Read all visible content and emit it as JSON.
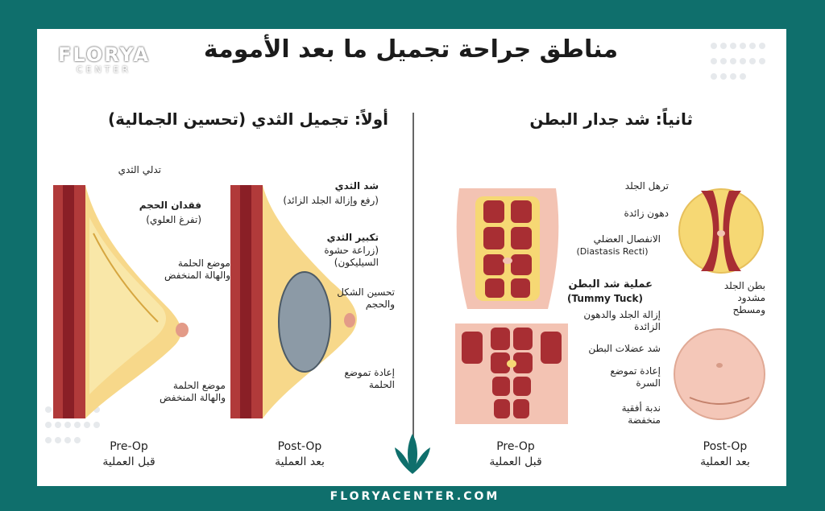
{
  "title": "مناطق جراحة تجميل ما بعد الأمومة",
  "logo": {
    "brand": "FLORYA",
    "sub": "CENTER"
  },
  "footer": "FLORYACENTER.COM",
  "breast": {
    "heading": "أولاً: تجميل الثدي (تحسين الجمالية)",
    "labels": {
      "sagging": "تدلي الثدي",
      "volume_loss_title": "فقدان الحجم",
      "volume_loss_sub": "(تفرغ العلوي)",
      "nipple_low_a": "موضع الحلمة والهالة المنخفض",
      "nipple_low_b": "موضع الحلمة والهالة المنخفض",
      "lift_title": "شد الثدي",
      "lift_sub": "(رفع وإزالة الجلد الزائد)",
      "augment_title": "تكبير الثدي",
      "augment_sub": "(زراعة حشوة السيليكون)",
      "shape": "تحسين الشكل والحجم",
      "reposition": "إعادة تموضع الحلمة"
    },
    "pre_en": "Pre-Op",
    "pre_ar": "قبل العملية",
    "post_en": "Post-Op",
    "post_ar": "بعد العملية"
  },
  "abdomen": {
    "heading": "ثانياً: شد جدار البطن",
    "labels": {
      "skin_laxity": "ترهل الجلد",
      "excess_fat": "دهون زائدة",
      "diastasis_ar": "الانفصال العضلي",
      "diastasis_en": "(Diastasis Recti)",
      "tuck_ar": "عملية شد البطن",
      "tuck_en": "(Tummy Tuck)",
      "remove_skin": "إزالة الجلد والدهون الزائدة",
      "tighten": "شد عضلات البطن",
      "navel": "إعادة تموضع السرة",
      "scar": "ندبة أفقية منخفضة",
      "flat": "بطن الجلد مشدود ومسطح"
    },
    "pre_en": "Pre-Op",
    "pre_ar": "قبل العملية",
    "post_en": "Post-Op",
    "post_ar": "بعد العملية"
  }
}
